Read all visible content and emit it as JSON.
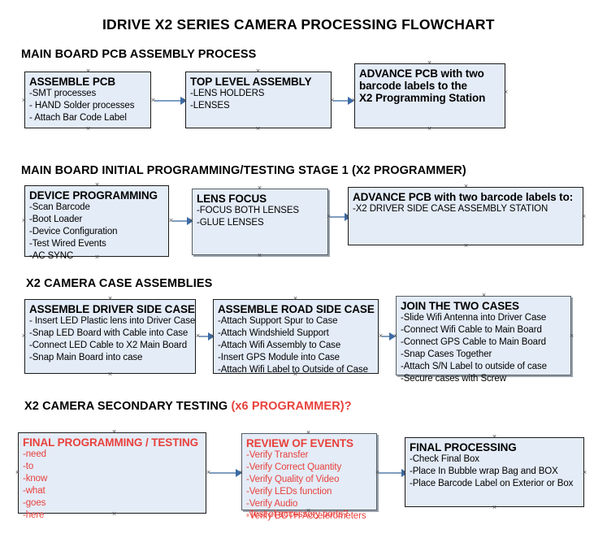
{
  "document": {
    "title": "IDRIVE X2  SERIES CAMERA PROCESSING FLOWCHART",
    "accent_red": "#e8413c",
    "box_fill": "#e4ecf7",
    "connector_color": "#7f9dc0",
    "arrow_color": "#3c6ba5"
  },
  "sections": [
    {
      "id": "main-board-pcb-assembly",
      "heading": "MAIN BOARD PCB ASSEMBLY PROCESS",
      "heading_suffix": "",
      "boxes": [
        {
          "id": "assemble-pcb",
          "title": "ASSEMBLE PCB",
          "lines": [
            "-SMT processes",
            "- HAND Solder processes",
            "- Attach Bar Code Label"
          ],
          "color": "black"
        },
        {
          "id": "top-level-assembly",
          "title": "TOP LEVEL ASSEMBLY",
          "lines": [
            "-LENS HOLDERS",
            "-LENSES"
          ],
          "color": "black"
        },
        {
          "id": "advance-pcb-x2-programming-station",
          "title": "ADVANCE PCB with two",
          "title_lines": [
            "ADVANCE PCB with two",
            "barcode labels to the",
            " X2 Programming Station"
          ],
          "lines": [],
          "color": "black"
        }
      ]
    },
    {
      "id": "main-board-initial-programming",
      "heading": "MAIN BOARD INITIAL PROGRAMMING/TESTING STAGE 1 (X2 PROGRAMMER)",
      "heading_suffix": "",
      "boxes": [
        {
          "id": "device-programming",
          "title": "DEVICE PROGRAMMING",
          "lines": [
            "-Scan Barcode",
            "-Boot Loader",
            "-Device Configuration",
            "-Test Wired Events",
            "-AC SYNC"
          ],
          "color": "black"
        },
        {
          "id": "lens-focus",
          "title": "LENS FOCUS",
          "lines": [
            "-FOCUS BOTH LENSES",
            "-GLUE LENSES"
          ],
          "color": "black"
        },
        {
          "id": "advance-pcb-driver-side-case",
          "title": "ADVANCE PCB with two barcode labels to:",
          "lines": [
            "-X2 DRIVER  SIDE  CASE  ASSEMBLY STATION"
          ],
          "color": "black"
        }
      ]
    },
    {
      "id": "x2-camera-case-assemblies",
      "heading": "X2 CAMERA CASE ASSEMBLIES",
      "heading_suffix": "",
      "boxes": [
        {
          "id": "assemble-driver-side-case",
          "title": "ASSEMBLE DRIVER SIDE CASE",
          "lines": [
            "- Insert LED Plastic lens into Driver Case",
            "-Snap LED Board with Cable into Case",
            "-Connect LED Cable to X2 Main Board",
            "-Snap Main Board into case"
          ],
          "color": "black"
        },
        {
          "id": "assemble-road-side-case",
          "title": "ASSEMBLE ROAD SIDE CASE",
          "lines": [
            "-Attach Support Spur to Case",
            "-Attach Windshield Support",
            "-Attach Wifi Assembly to Case",
            "-Insert GPS Module into Case",
            "-Attach Wifi Label to Outside of Case"
          ],
          "color": "black"
        },
        {
          "id": "join-the-two-cases",
          "title": "JOIN THE TWO CASES",
          "lines": [
            "-Slide Wifi Antenna into Driver Case",
            "-Connect Wifi Cable to Main Board",
            "-Connect GPS Cable to Main Board",
            "-Snap Cases Together",
            "-Attach S/N Label to outside of case",
            "-Secure cases with Screw"
          ],
          "color": "black"
        }
      ]
    },
    {
      "id": "x2-camera-secondary-testing",
      "heading": "X2 CAMERA SECONDARY TESTING ",
      "heading_suffix": "(x6 PROGRAMMER)?",
      "boxes": [
        {
          "id": "final-programming-testing",
          "title": "FINAL PROGRAMMING / TESTING",
          "lines": [
            "-need",
            "-to",
            "-know",
            "-what",
            "-goes",
            "-here"
          ],
          "color": "red"
        },
        {
          "id": "review-of-events",
          "title": "REVIEW OF EVENTS",
          "lines": [
            "-Verify Transfer",
            "-Verify Correct Quantity",
            "-Verify Quality of Video",
            "-Verify LEDs function",
            "-Verify Audio",
            "-Verify BOTH Accelerometers"
          ],
          "overflow_line": "-Test of accessory ports?",
          "color": "red"
        },
        {
          "id": "final-processing",
          "title": "FINAL PROCESSING",
          "lines": [
            " -Check Final Box",
            "-Place In Bubble wrap Bag and BOX",
            "-Place Barcode Label on Exterior or Box"
          ],
          "color": "black"
        }
      ]
    }
  ]
}
